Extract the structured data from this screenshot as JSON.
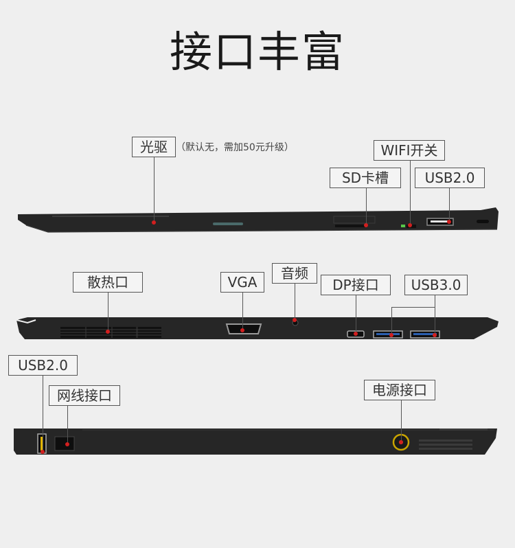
{
  "title": "接口丰富",
  "views": {
    "top": {
      "optical_drive": "光驱",
      "optical_drive_note": "（默认无，需加50元升级）",
      "sd_slot": "SD卡槽",
      "wifi_switch": "WIFI开关",
      "usb2": "USB2.0"
    },
    "middle": {
      "vent": "散热口",
      "vga": "VGA",
      "audio": "音频",
      "dp": "DP接口",
      "usb3": "USB3.0"
    },
    "bottom": {
      "usb2": "USB2.0",
      "ethernet": "网线接口",
      "power": "电源接口"
    }
  },
  "colors": {
    "background": "#efefef",
    "laptop_body": "#262626",
    "marker": "#d21f1f",
    "usb3_blue": "#2a5fb0",
    "usb2_yellow": "#e2b400",
    "power_ring": "#c9a400"
  }
}
